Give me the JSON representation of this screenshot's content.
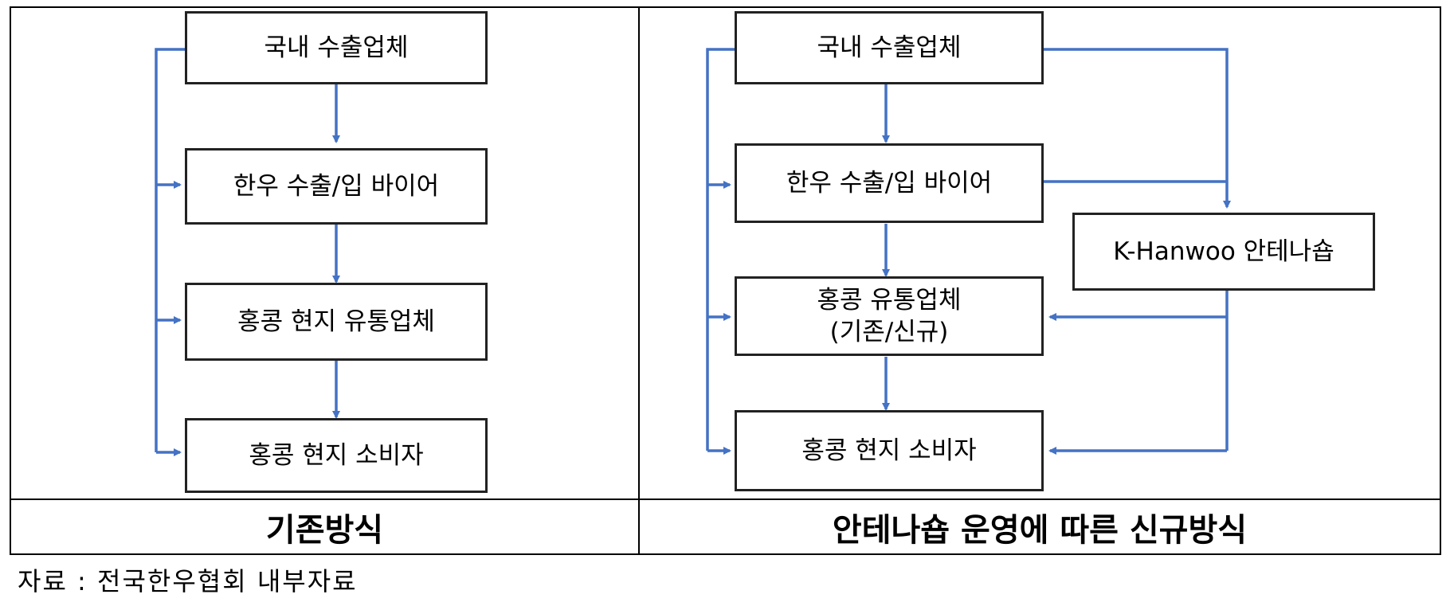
{
  "left": {
    "boxes": [
      "국내 수출업체",
      "한우 수출/입 바이어",
      "홍콩 현지 유통업체",
      "홍콩 현지 소비자"
    ],
    "caption": "기존방식"
  },
  "right": {
    "boxes": [
      "국내 수출업체",
      "한우 수출/입 바이어",
      "홍콩 유통업체\n(기존/신규)",
      "홍콩 현지 소비자"
    ],
    "antenna": "K-Hanwoo 안테나숍",
    "caption": "안테나숍 운영에 따른 신규방식"
  },
  "source": "자료 : 전국한우협회 내부자료",
  "colors": {
    "arrow": "#4472C4",
    "border": "#222222"
  }
}
